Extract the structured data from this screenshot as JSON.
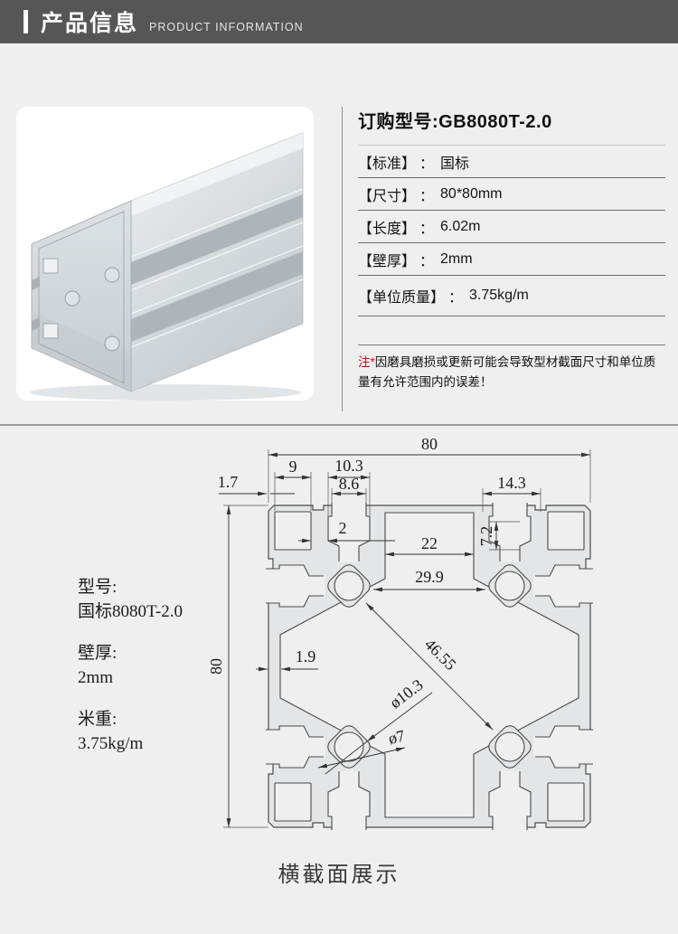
{
  "header": {
    "title": "产品信息",
    "subtitle": "PRODUCT INFORMATION"
  },
  "specs": {
    "title": "订购型号:GB8080T-2.0",
    "colon": "：",
    "rows": [
      {
        "label": "【标准】",
        "value": "国标"
      },
      {
        "label": "【尺寸】",
        "value": "80*80mm"
      },
      {
        "label": "【长度】",
        "value": "6.02m"
      },
      {
        "label": "【壁厚】",
        "value": "2mm"
      },
      {
        "label": "【单位质量】",
        "value": "3.75kg/m"
      }
    ],
    "note_prefix": "注*",
    "note": "因磨具磨损或更新可能会导致型材截面尺寸和单位质量有允许范围内的误差！"
  },
  "drawing": {
    "side_labels": [
      {
        "label": "型号:",
        "value": "国标8080T-2.0"
      },
      {
        "label": "壁厚:",
        "value": "2mm"
      },
      {
        "label": "米重:",
        "value": "3.75kg/m"
      }
    ],
    "caption": "横截面展示",
    "dims": {
      "w_top": "80",
      "h_left": "80",
      "slot9": "9",
      "slot10_3": "10.3",
      "slot8_6": "8.6",
      "wall1_7": "1.7",
      "slot14_3": "14.3",
      "wall2": "2",
      "chan22": "22",
      "slot7_2": "7.2",
      "gap29_9": "29.9",
      "diag46_55": "46.55",
      "wall1_9": "1.9",
      "dia10_3": "ø10.3",
      "dia7": "ø7"
    }
  }
}
